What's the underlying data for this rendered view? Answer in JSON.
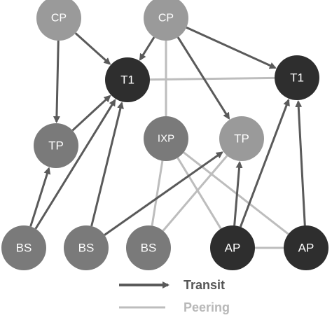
{
  "colors": {
    "light_node": "#9a9a9a",
    "mid_node": "#7a7a7a",
    "dark_node": "#2e2e2e",
    "transit_edge": "#5a5a5a",
    "peering_edge": "#bdbdbd",
    "legend_transit_text": "#555555",
    "legend_peering_text": "#b8b8b8"
  },
  "nodes": [
    {
      "id": "cp1",
      "label": "CP",
      "tone": "light_node"
    },
    {
      "id": "cp2",
      "label": "CP",
      "tone": "light_node"
    },
    {
      "id": "t1a",
      "label": "T1",
      "tone": "dark_node"
    },
    {
      "id": "t1b",
      "label": "T1",
      "tone": "dark_node"
    },
    {
      "id": "tp1",
      "label": "TP",
      "tone": "mid_node"
    },
    {
      "id": "ixp",
      "label": "IXP",
      "tone": "mid_node"
    },
    {
      "id": "tp2",
      "label": "TP",
      "tone": "light_node"
    },
    {
      "id": "bs1",
      "label": "BS",
      "tone": "mid_node"
    },
    {
      "id": "bs2",
      "label": "BS",
      "tone": "mid_node"
    },
    {
      "id": "bs3",
      "label": "BS",
      "tone": "mid_node"
    },
    {
      "id": "ap1",
      "label": "AP",
      "tone": "dark_node"
    },
    {
      "id": "ap2",
      "label": "AP",
      "tone": "dark_node"
    }
  ],
  "transit_links": [
    {
      "from": "cp1",
      "to": "t1a"
    },
    {
      "from": "cp1",
      "to": "tp1"
    },
    {
      "from": "cp2",
      "to": "t1a"
    },
    {
      "from": "cp2",
      "to": "tp2"
    },
    {
      "from": "cp2",
      "to": "t1b"
    },
    {
      "from": "tp1",
      "to": "t1a"
    },
    {
      "from": "bs1",
      "to": "tp1"
    },
    {
      "from": "bs1",
      "to": "t1a"
    },
    {
      "from": "bs2",
      "to": "t1a"
    },
    {
      "from": "bs2",
      "to": "tp2"
    },
    {
      "from": "ap1",
      "to": "tp2"
    },
    {
      "from": "ap1",
      "to": "t1b"
    },
    {
      "from": "ap2",
      "to": "t1b"
    }
  ],
  "peering_links": [
    {
      "from": "t1a",
      "to": "t1b"
    },
    {
      "from": "cp2",
      "to": "ixp"
    },
    {
      "from": "ixp",
      "to": "bs3"
    },
    {
      "from": "ixp",
      "to": "ap1"
    },
    {
      "from": "ixp",
      "to": "ap2"
    },
    {
      "from": "bs3",
      "to": "tp2"
    },
    {
      "from": "ap1",
      "to": "ap2"
    }
  ],
  "legend": {
    "transit_label": "Transit",
    "peering_label": "Peering"
  }
}
